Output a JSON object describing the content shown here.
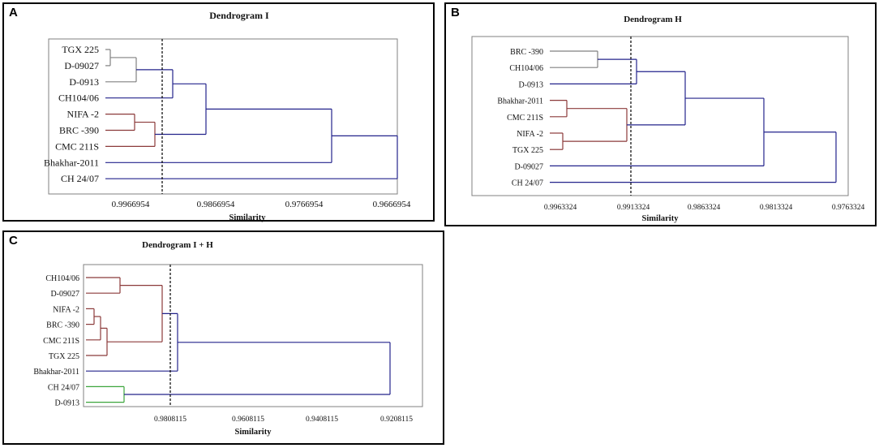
{
  "panels": [
    {
      "id": "A",
      "letter": "A",
      "title": "Dendrogram I",
      "xlabel": "Similarity",
      "ticks": [
        "0.9966954",
        "0.9866954",
        "0.9766954",
        "0.9666954"
      ],
      "leaves": [
        "TGX 225",
        "D-09027",
        "D-0913",
        "CH104/06",
        "NIFA -2",
        "BRC -390",
        "CMC 211S",
        "Bhakhar-2011",
        "CH 24/07"
      ],
      "cutoff": 0.9929
    },
    {
      "id": "B",
      "letter": "B",
      "title": "Dendrogram H",
      "xlabel": "Similarity",
      "ticks": [
        "0.9963324",
        "0.9913324",
        "0.9863324",
        "0.9813324",
        "0.9763324"
      ],
      "leaves": [
        "BRC -390",
        "CH104/06",
        "D-0913",
        "Bhakhar-2011",
        "CMC 211S",
        "NIFA -2",
        "TGX 225",
        "D-09027",
        "CH 24/07"
      ],
      "cutoff": 0.9913
    },
    {
      "id": "C",
      "letter": "C",
      "title": "Dendrogram I + H",
      "xlabel": "Similarity",
      "ticks": [
        "0.9808115",
        "0.9608115",
        "0.9408115",
        "0.9208115"
      ],
      "leaves": [
        "CH104/06",
        "D-09027",
        "NIFA -2",
        "BRC -390",
        "CMC 211S",
        "TGX 225",
        "Bhakhar-2011",
        "CH 24/07",
        "D-0913"
      ],
      "cutoff": 0.9808
    }
  ],
  "colors": {
    "cluster_gray": "#808080",
    "cluster_red": "#8B3A3A",
    "cluster_blue": "#23238B",
    "cluster_green": "#3BA53B",
    "frame": "#808080"
  }
}
